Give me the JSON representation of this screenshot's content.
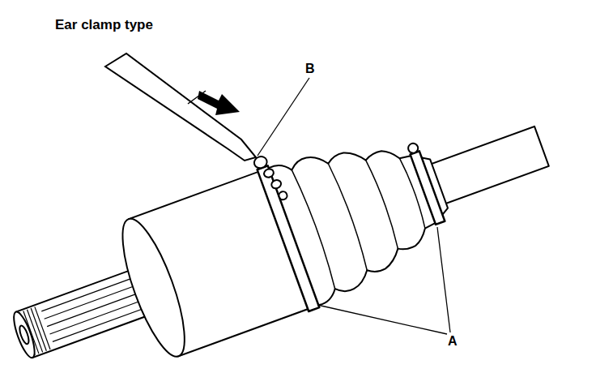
{
  "diagram": {
    "title": "Ear clamp type",
    "labels": [
      "B",
      "A"
    ]
  }
}
